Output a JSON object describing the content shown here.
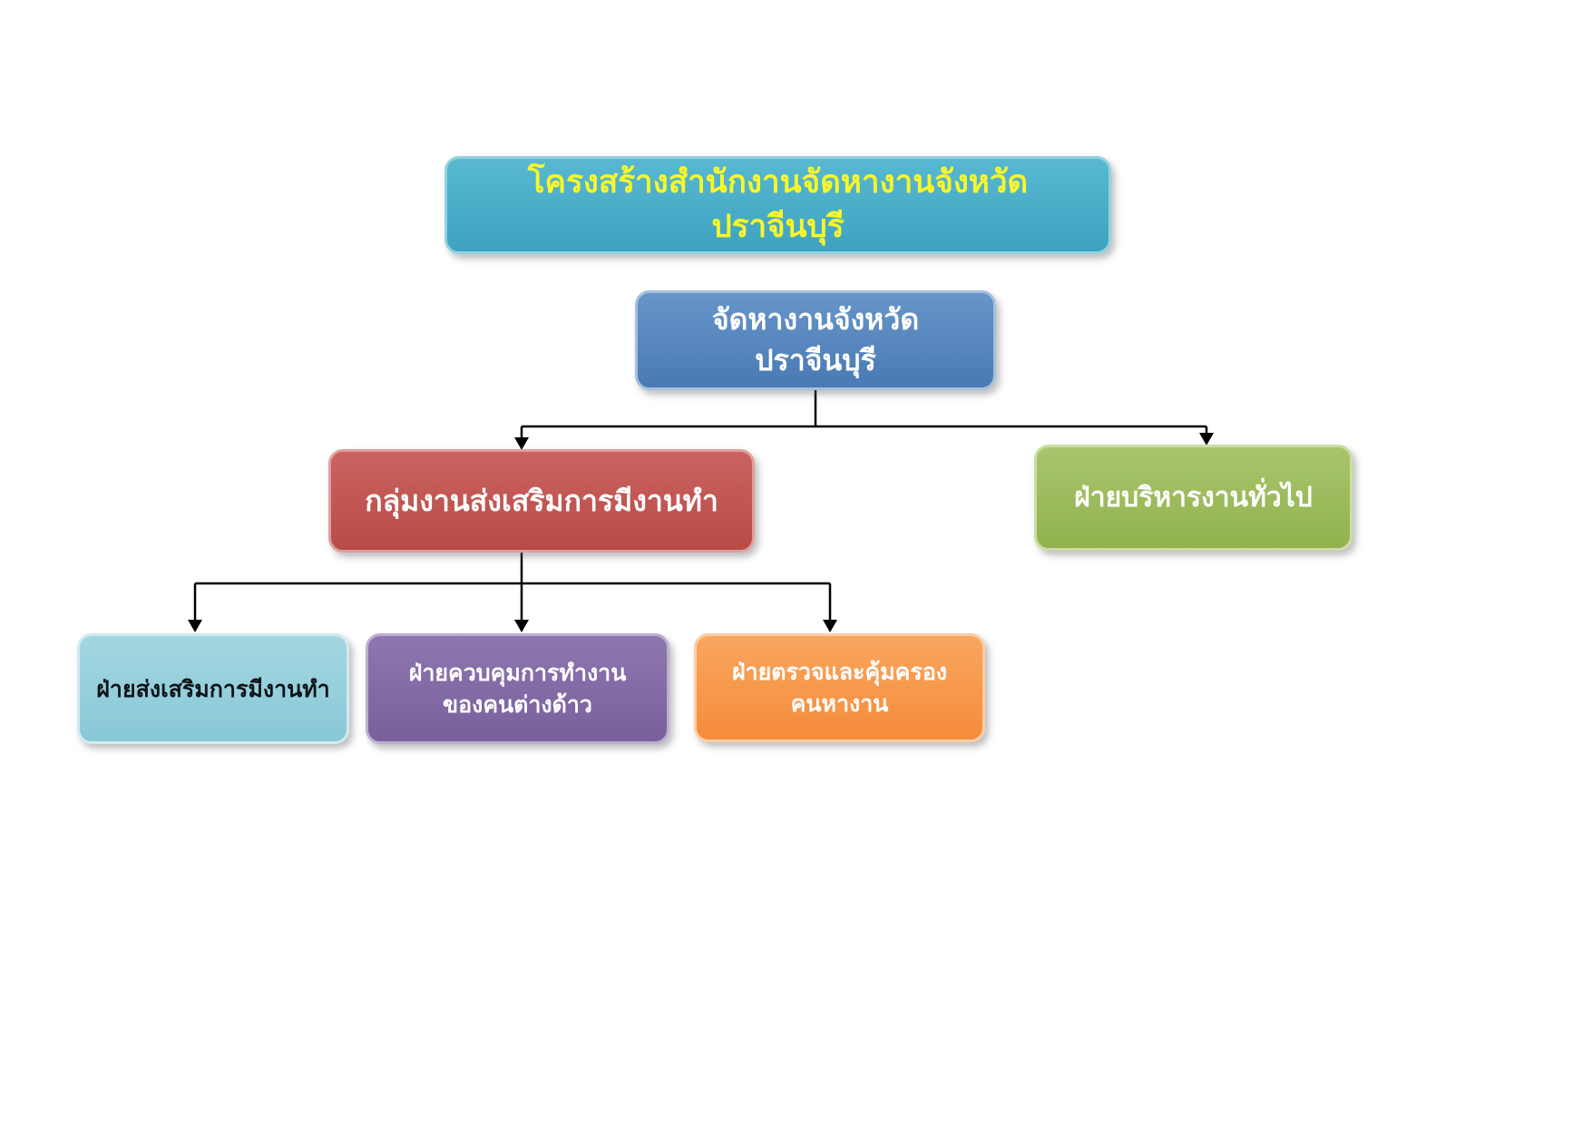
{
  "diagram": {
    "title": {
      "label": "โครงสร้างสำนักงานจัดหางานจังหวัดปราจีนบุรี",
      "bg": "#3ea3c0",
      "text_color": "#f7f72b"
    },
    "nodes": {
      "office": {
        "label": "จัดหางานจังหวัดปราจีนบุรี",
        "bg": "#4a7ab4",
        "text_color": "#ffffff"
      },
      "promotion_group": {
        "label": "กลุ่มงานส่งเสริมการมีงานทำ",
        "bg": "#b84b48",
        "text_color": "#ffffff"
      },
      "general_admin": {
        "label": "ฝ่ายบริหารงานทั่วไป",
        "bg": "#92b24f",
        "text_color": "#ffffff"
      },
      "employment_promotion": {
        "label": "ฝ่ายส่งเสริมการมีงานทำ",
        "bg": "#88c8d6",
        "text_color": "#101418"
      },
      "foreign_worker_control": {
        "label": "ฝ่ายควบคุมการทำงาน\nของคนต่างด้าว",
        "bg": "#79609b",
        "text_color": "#ffffff"
      },
      "inspection_protection": {
        "label": "ฝ่ายตรวจและคุ้มครอง\nคนหางาน",
        "bg": "#f68c3b",
        "text_color": "#ffffff"
      }
    },
    "edges": [
      [
        "office",
        "promotion_group"
      ],
      [
        "office",
        "general_admin"
      ],
      [
        "promotion_group",
        "employment_promotion"
      ],
      [
        "promotion_group",
        "foreign_worker_control"
      ],
      [
        "promotion_group",
        "inspection_protection"
      ]
    ],
    "connector_color": "#000000"
  }
}
